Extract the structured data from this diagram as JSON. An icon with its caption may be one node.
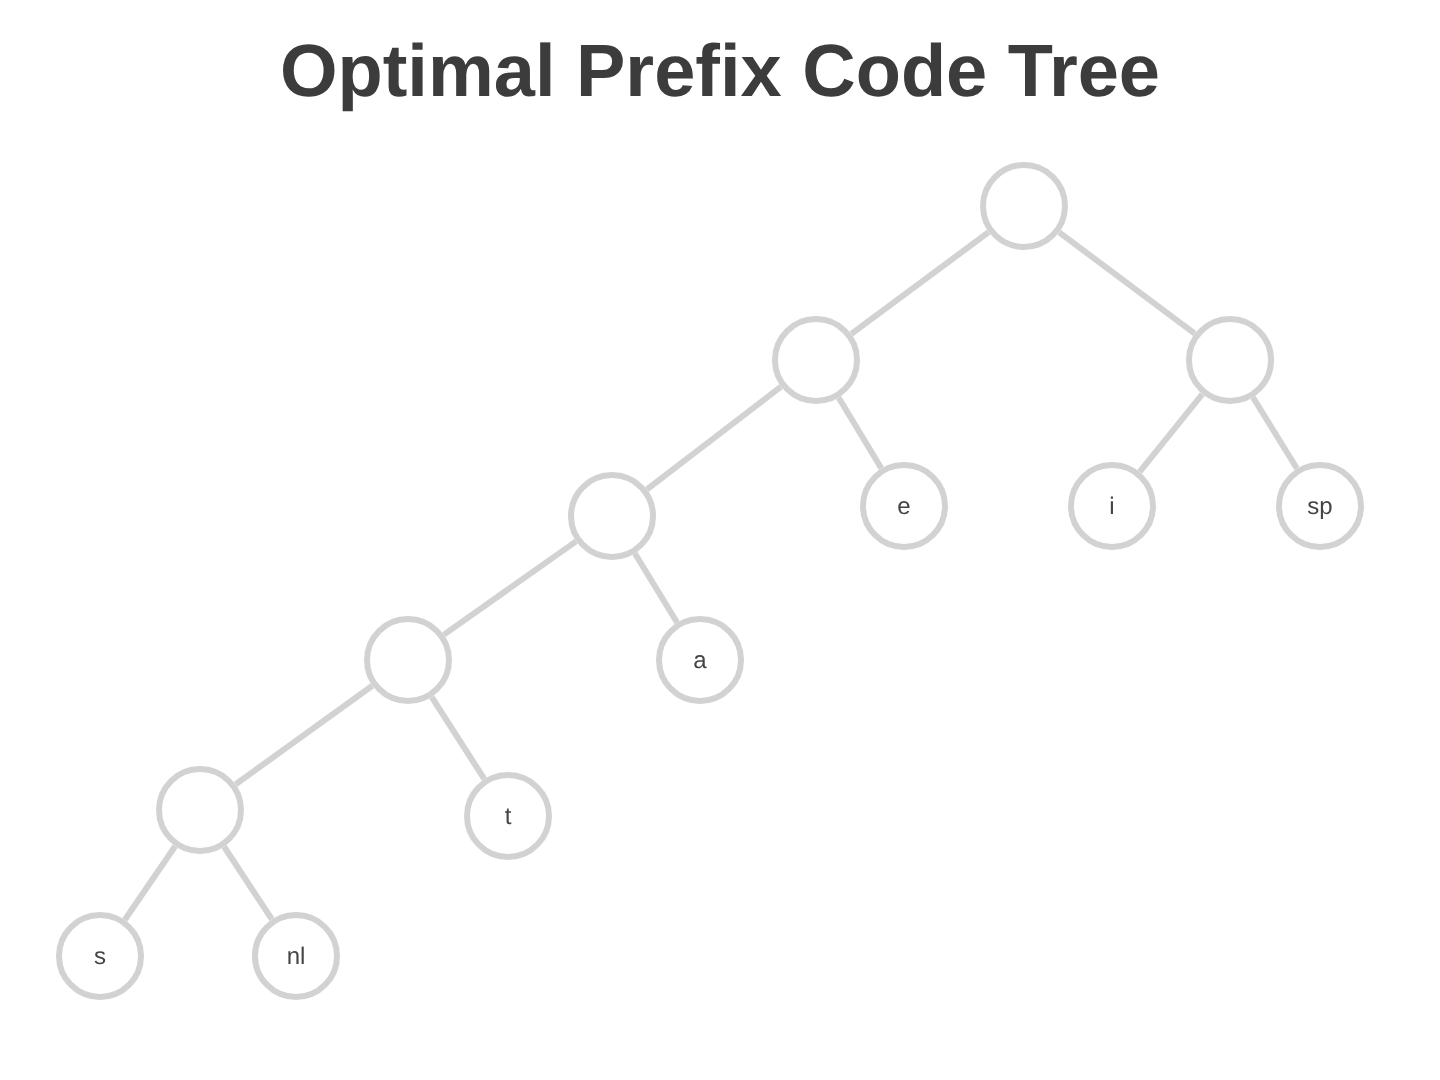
{
  "diagram": {
    "title": "Optimal Prefix Code Tree",
    "nodes": [
      {
        "text": [],
        "shape": "circle"
      },
      {
        "text": [],
        "shape": "circle"
      },
      {
        "text": [],
        "shape": "circle"
      },
      {
        "text": [],
        "shape": "circle"
      },
      {
        "text": [
          "e"
        ]
      },
      {
        "text": [
          "i"
        ]
      },
      {
        "text": [
          "sp"
        ]
      },
      {
        "text": [],
        "shape": "circle"
      },
      {
        "text": [
          "a"
        ]
      },
      {
        "text": [],
        "shape": "circle"
      },
      {
        "text": [
          "t"
        ]
      },
      {
        "text": [
          "s"
        ]
      },
      {
        "text": [
          "nl"
        ]
      }
    ],
    "edges": [
      {
        "from": 0,
        "to": 1,
        "arrow": "none"
      },
      {
        "from": 0,
        "to": 2,
        "arrow": "none"
      },
      {
        "from": 1,
        "to": 3,
        "arrow": "none"
      },
      {
        "from": 1,
        "to": 4,
        "arrow": "none"
      },
      {
        "from": 2,
        "to": 5,
        "arrow": "none"
      },
      {
        "from": 2,
        "to": 6,
        "arrow": "none"
      },
      {
        "from": 3,
        "to": 7,
        "arrow": "none"
      },
      {
        "from": 3,
        "to": 8,
        "arrow": "none"
      },
      {
        "from": 7,
        "to": 9,
        "arrow": "none"
      },
      {
        "from": 7,
        "to": 10,
        "arrow": "none"
      },
      {
        "from": 9,
        "to": 11,
        "arrow": "none"
      },
      {
        "from": 9,
        "to": 12,
        "arrow": "none"
      }
    ]
  }
}
